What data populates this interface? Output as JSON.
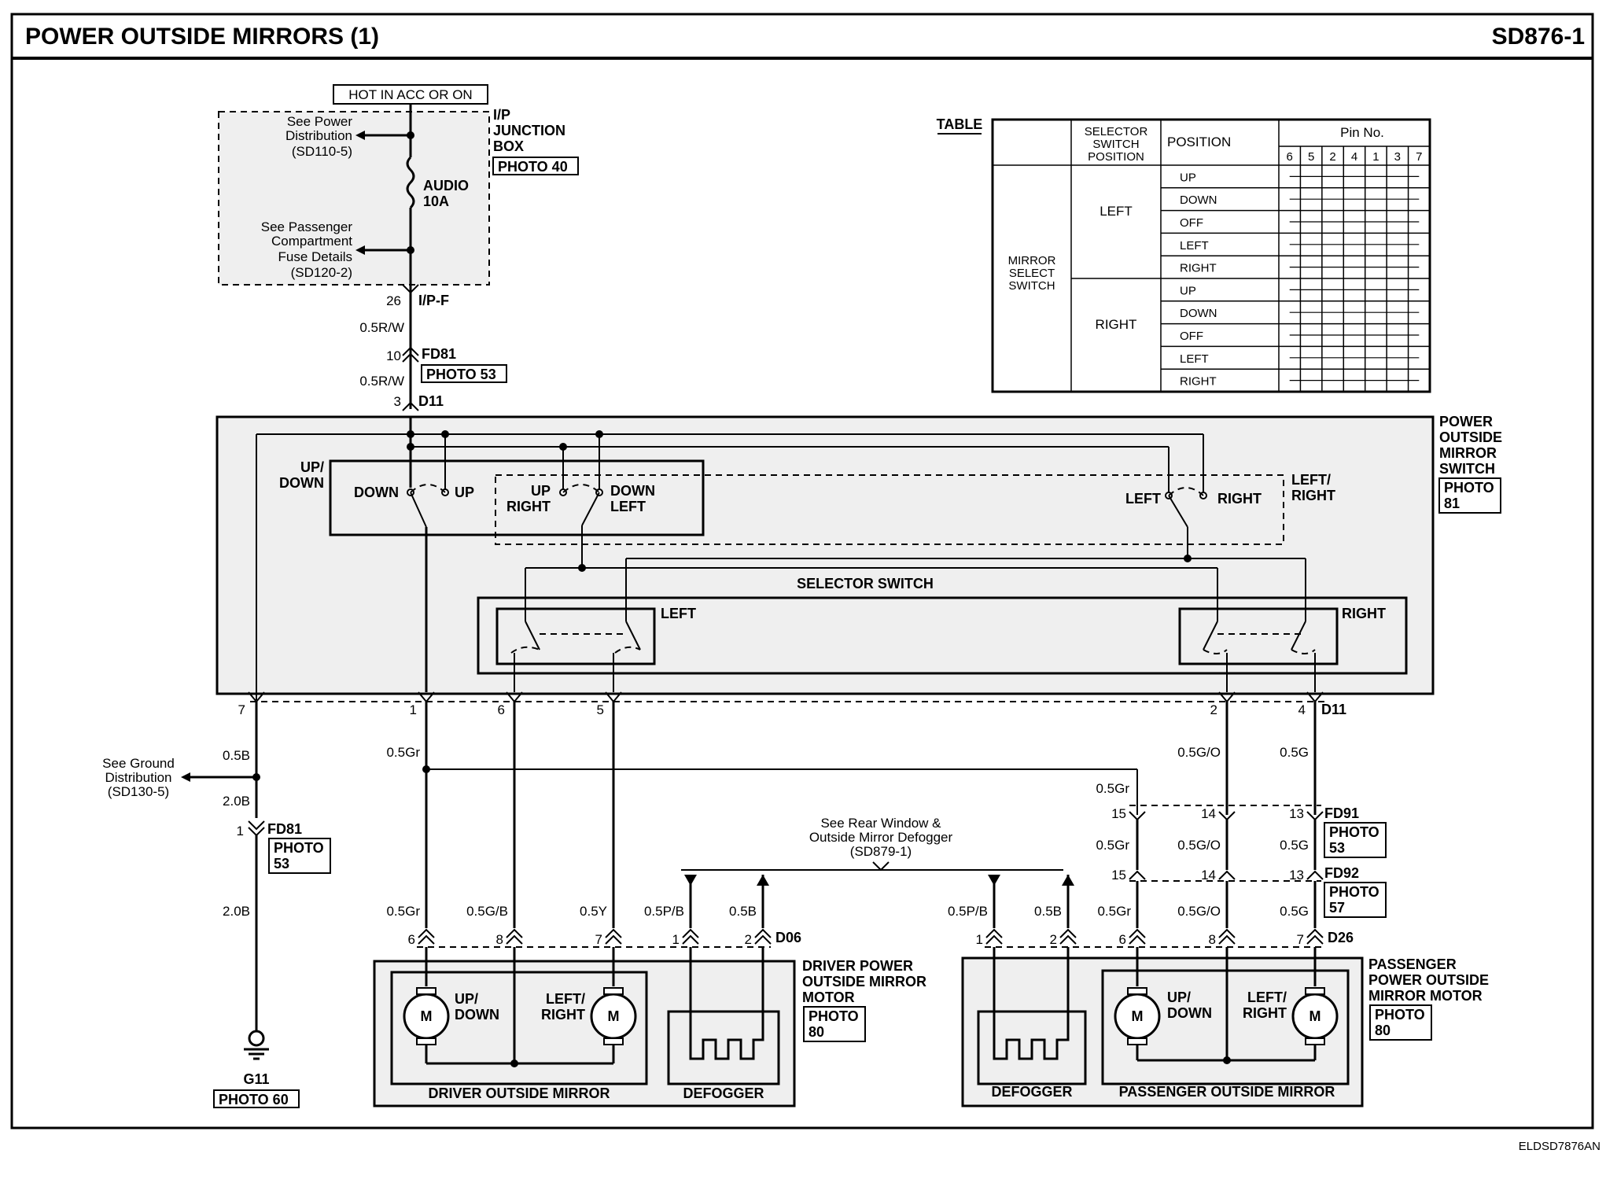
{
  "header": {
    "title": "POWER OUTSIDE MIRRORS (1)",
    "code": "SD876-1"
  },
  "footer": {
    "ref": "ELDSD7876AN"
  },
  "power": {
    "hot": "HOT IN ACC OR ON",
    "jbox": [
      "I/P",
      "JUNCTION",
      "BOX"
    ],
    "jbox_photo": "PHOTO 40",
    "see_power": [
      "See Power",
      "Distribution",
      "(SD110-5)"
    ],
    "fuse": [
      "AUDIO",
      "10A"
    ],
    "see_passenger": [
      "See Passenger",
      "Compartment",
      "Fuse Details",
      "(SD120-2)"
    ],
    "ipf_pin": "26",
    "ipf": "I/P-F",
    "wire1": "0.5R/W",
    "fd81_pin": "10",
    "fd81": "FD81",
    "fd81_photo": "PHOTO 53",
    "wire2": "0.5R/W",
    "d11_pin": "3",
    "d11": "D11"
  },
  "switch_block": {
    "label": [
      "POWER",
      "OUTSIDE",
      "MIRROR",
      "SWITCH"
    ],
    "photo": [
      "PHOTO",
      "81"
    ],
    "updown": [
      "UP/",
      "DOWN"
    ],
    "down": "DOWN",
    "up": "UP",
    "up_right": [
      "UP",
      "RIGHT"
    ],
    "down_left": [
      "DOWN",
      "LEFT"
    ],
    "left": "LEFT",
    "right": "RIGHT",
    "leftright": [
      "LEFT/",
      "RIGHT"
    ],
    "selector": "SELECTOR SWITCH",
    "sel_left": "LEFT",
    "sel_right": "RIGHT"
  },
  "bottom_pins": [
    "7",
    "1",
    "6",
    "5",
    "2",
    "4"
  ],
  "bottom_conn": "D11",
  "ground": {
    "see": [
      "See Ground",
      "Distribution",
      "(SD130-5)"
    ],
    "w1": "0.5B",
    "w2": "2.0B",
    "pin": "1",
    "conn": "FD81",
    "photo": [
      "PHOTO",
      "53"
    ],
    "w3": "2.0B",
    "g": "G11",
    "g_photo": "PHOTO 60"
  },
  "wires": {
    "w_05gr_top": "0.5Gr",
    "w_05go_top": "0.5G/O",
    "w_05g_top": "0.5G",
    "w_05gr_mid": "0.5Gr",
    "fd91_pins": [
      "15",
      "14",
      "13"
    ],
    "fd91": "FD91",
    "fd91_photo": [
      "PHOTO",
      "53"
    ],
    "fd92_left": [
      "0.5Gr",
      "0.5G/O",
      "0.5G"
    ],
    "fd92_pins": [
      "15",
      "14",
      "13"
    ],
    "fd92": "FD92",
    "fd92_photo": [
      "PHOTO",
      "57"
    ],
    "see_rear": [
      "See Rear Window &",
      "Outside Mirror Defogger",
      "(SD879-1)"
    ]
  },
  "driver": {
    "wires": [
      "0.5Gr",
      "0.5G/B",
      "0.5Y",
      "0.5P/B",
      "0.5B"
    ],
    "pins": [
      "6",
      "8",
      "7",
      "1",
      "2"
    ],
    "conn": "D06",
    "label": [
      "DRIVER POWER",
      "OUTSIDE MIRROR",
      "MOTOR"
    ],
    "photo": [
      "PHOTO",
      "80"
    ],
    "updown": [
      "UP/",
      "DOWN"
    ],
    "leftright": [
      "LEFT/",
      "RIGHT"
    ],
    "mirror": "DRIVER OUTSIDE MIRROR",
    "defogger": "DEFOGGER",
    "m": "M"
  },
  "passenger": {
    "wires": [
      "0.5P/B",
      "0.5B",
      "0.5Gr",
      "0.5G/O",
      "0.5G"
    ],
    "pins": [
      "1",
      "2",
      "6",
      "8",
      "7"
    ],
    "conn": "D26",
    "label": [
      "PASSENGER",
      "POWER OUTSIDE",
      "MIRROR MOTOR"
    ],
    "photo": [
      "PHOTO",
      "80"
    ],
    "updown": [
      "UP/",
      "DOWN"
    ],
    "leftright": [
      "LEFT/",
      "RIGHT"
    ],
    "mirror": "PASSENGER OUTSIDE MIRROR",
    "defogger": "DEFOGGER",
    "m": "M"
  },
  "table": {
    "caption": "TABLE",
    "col_selector": [
      "SELECTOR",
      "SWITCH",
      "POSITION"
    ],
    "col_position": "POSITION",
    "col_pin": "Pin No.",
    "pins": [
      "6",
      "5",
      "2",
      "4",
      "1",
      "3",
      "7"
    ],
    "row_group": [
      "MIRROR",
      "SELECT",
      "SWITCH"
    ],
    "sides": [
      "LEFT",
      "RIGHT"
    ],
    "positions": [
      "UP",
      "DOWN",
      "OFF",
      "LEFT",
      "RIGHT",
      "UP",
      "DOWN",
      "OFF",
      "LEFT",
      "RIGHT"
    ]
  }
}
